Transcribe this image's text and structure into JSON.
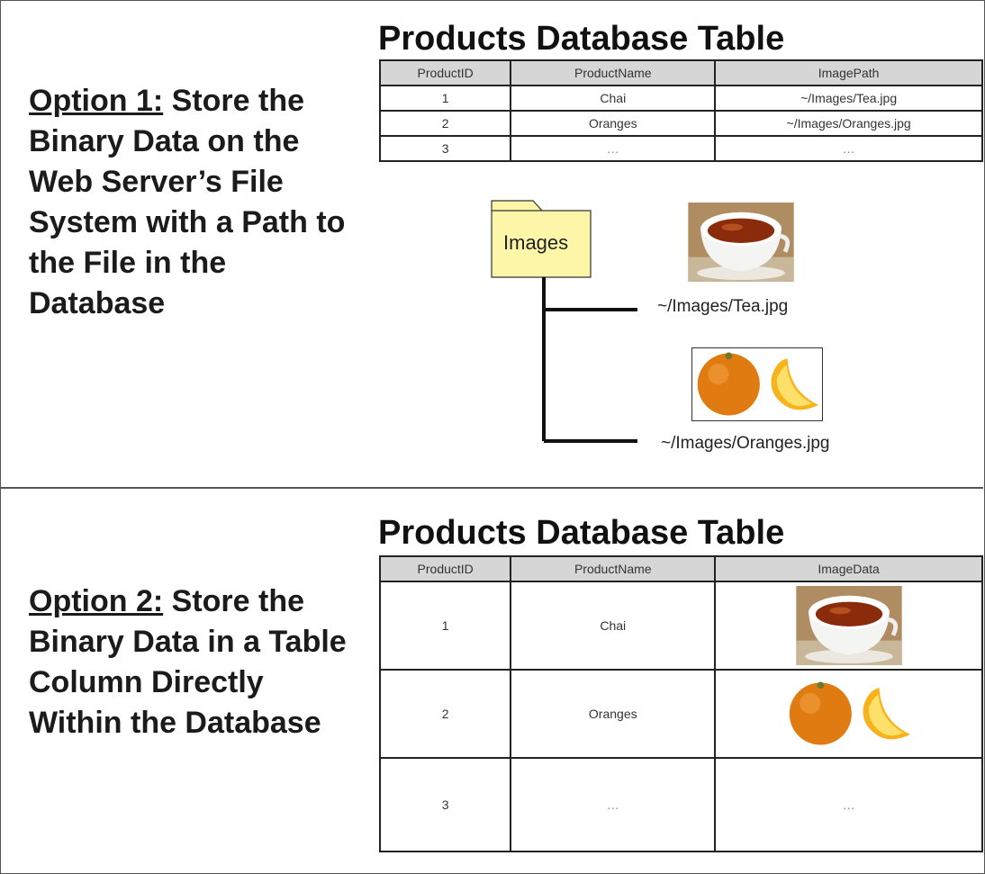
{
  "option1": {
    "label": "Option 1:",
    "text": " Store the Binary Data on the Web Server’s File System with a Path to the File in the Database",
    "table_title": "Products Database Table",
    "columns": [
      "ProductID",
      "ProductName",
      "ImagePath"
    ],
    "rows": [
      [
        "1",
        "Chai",
        "~/Images/Tea.jpg"
      ],
      [
        "2",
        "Oranges",
        "~/Images/Oranges.jpg"
      ],
      [
        "3",
        "…",
        "…"
      ]
    ],
    "folder_label": "Images",
    "files": [
      "~/Images/Tea.jpg",
      "~/Images/Oranges.jpg"
    ]
  },
  "option2": {
    "label": "Option 2:",
    "text": " Store the Binary Data in a Table Column Directly Within the Database",
    "table_title": "Products Database Table",
    "columns": [
      "ProductID",
      "ProductName",
      "ImageData"
    ],
    "rows": [
      [
        "1",
        "Chai",
        ""
      ],
      [
        "2",
        "Oranges",
        ""
      ],
      [
        "3",
        "…",
        "…"
      ]
    ]
  },
  "colors": {
    "folder_fill": "#fdf6a8",
    "header_fill": "#d6d6d6",
    "border": "#222222"
  }
}
